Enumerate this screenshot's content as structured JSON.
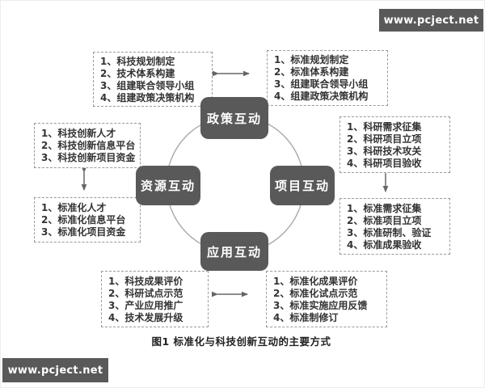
{
  "caption": "图1 标准化与科技创新互动的主要方式",
  "watermark": {
    "text": "www.pcject.net"
  },
  "colors": {
    "node_bg": "#595959",
    "node_text": "#ffffff",
    "dashed_border": "#9a9a9a",
    "circle_stroke": "#aaaaaa",
    "arrow": "#666666",
    "watermark_bg": "#595959"
  },
  "nodes": {
    "top": "政策互动",
    "left": "资源互动",
    "right": "项目互动",
    "bottom": "应用互动"
  },
  "boxes": {
    "top_left": {
      "items": [
        "1、科技规划制定",
        "2、技术体系构建",
        "3、组建联合领导小组",
        "4、组建政策决策机构"
      ]
    },
    "top_right": {
      "items": [
        "1、标准规划制定",
        "2、标准体系构建",
        "3、组建联合领导小组",
        "4、组建政策决策机构"
      ]
    },
    "left_upper": {
      "items": [
        "1、科技创新人才",
        "2、科技创新信息平台",
        "3、科技创新项目资金"
      ]
    },
    "left_lower": {
      "items": [
        "1、标准化人才",
        "2、标准化信息平台",
        "3、标准化项目资金"
      ]
    },
    "right_upper": {
      "items": [
        "1、科研需求征集",
        "2、科研项目立项",
        "3、科研技术攻关",
        "4、科研项目验收"
      ]
    },
    "right_lower": {
      "items": [
        "1、标准需求征集",
        "2、标准项目立项",
        "3、标准研制、验证",
        "4、标准成果验收"
      ]
    },
    "bottom_left": {
      "items": [
        "1、科技成果评价",
        "2、科研试点示范",
        "3、产业应用推广",
        "4、技术发展升级"
      ]
    },
    "bottom_right": {
      "items": [
        "1、标准化成果评价",
        "2、标准化试点示范",
        "3、标准实施应用反馈",
        "4、标准制修订"
      ]
    }
  }
}
